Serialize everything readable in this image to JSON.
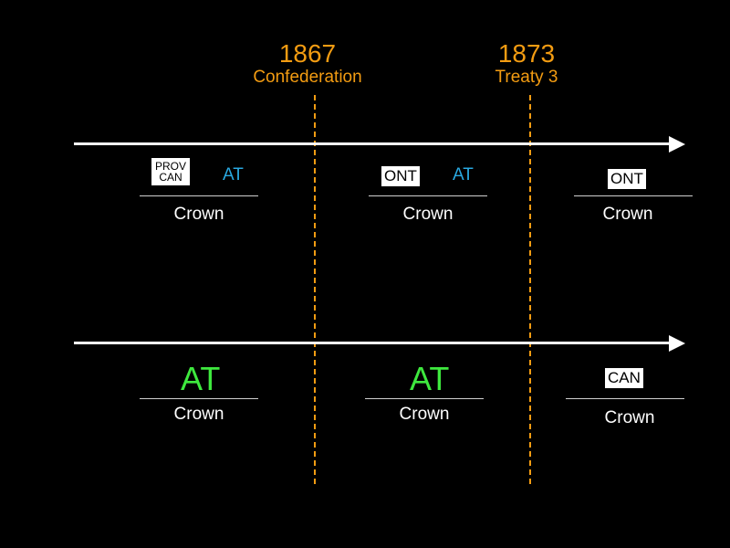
{
  "markers": [
    {
      "year": "1867",
      "event": "Confederation"
    },
    {
      "year": "1873",
      "event": "Treaty 3"
    }
  ],
  "timeline_top": {
    "before": {
      "box_line1": "PROV",
      "box_line2": "CAN",
      "side": "AT",
      "base": "Crown"
    },
    "between": {
      "box": "ONT",
      "side": "AT",
      "base": "Crown"
    },
    "after": {
      "box": "ONT",
      "base": "Crown"
    }
  },
  "timeline_bottom": {
    "before": {
      "holder": "AT",
      "base": "Crown"
    },
    "between": {
      "holder": "AT",
      "base": "Crown"
    },
    "after": {
      "box": "CAN",
      "base": "Crown"
    }
  },
  "colors": {
    "background": "#000000",
    "marker": "#f39c12",
    "at_blue": "#29a9e1",
    "at_green": "#3ee83e",
    "axis": "#ffffff"
  }
}
